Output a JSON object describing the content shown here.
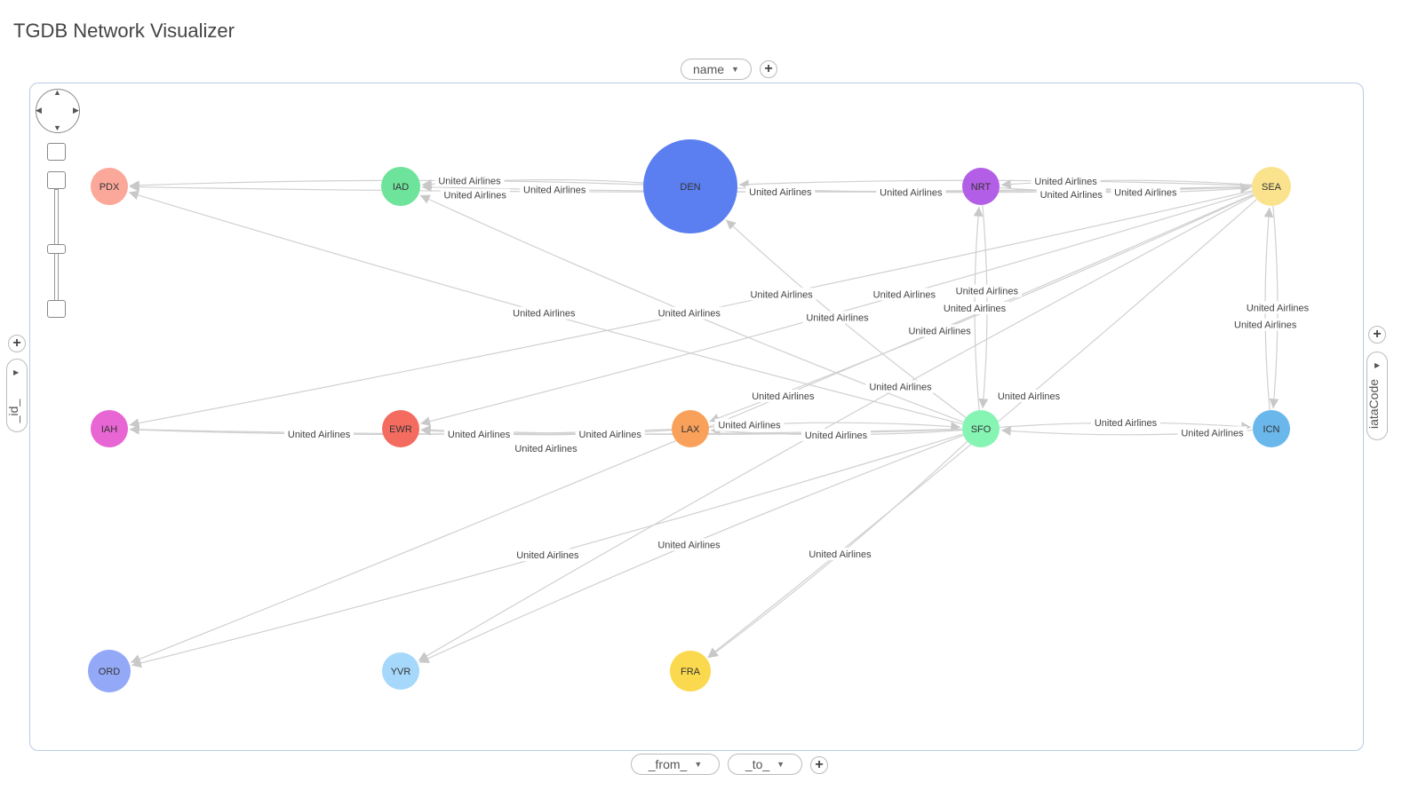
{
  "header": {
    "title": "TGDB Network Visualizer"
  },
  "top_controls": {
    "node_label_select": "name",
    "add_label": "+"
  },
  "bottom_controls": {
    "from_select": "_from_",
    "to_select": "_to_",
    "add_label": "+"
  },
  "left_controls": {
    "group_select": "_id_",
    "add_label": "+"
  },
  "right_controls": {
    "group_select": "iataCode",
    "add_label": "+"
  },
  "nodes": [
    {
      "id": "PDX",
      "label": "PDX",
      "color": "#fba89a"
    },
    {
      "id": "IAD",
      "label": "IAD",
      "color": "#6ee39b"
    },
    {
      "id": "DEN",
      "label": "DEN",
      "color": "#5b7ff0"
    },
    {
      "id": "NRT",
      "label": "NRT",
      "color": "#b35ee6"
    },
    {
      "id": "SEA",
      "label": "SEA",
      "color": "#fbe38e"
    },
    {
      "id": "IAH",
      "label": "IAH",
      "color": "#e865d4"
    },
    {
      "id": "EWR",
      "label": "EWR",
      "color": "#f46c5f"
    },
    {
      "id": "LAX",
      "label": "LAX",
      "color": "#f9a15a"
    },
    {
      "id": "SFO",
      "label": "SFO",
      "color": "#86f5b4"
    },
    {
      "id": "ICN",
      "label": "ICN",
      "color": "#6ab7ec"
    },
    {
      "id": "ORD",
      "label": "ORD",
      "color": "#93a9f8"
    },
    {
      "id": "YVR",
      "label": "YVR",
      "color": "#a5d8fb"
    },
    {
      "id": "FRA",
      "label": "FRA",
      "color": "#fbd94e"
    }
  ],
  "edges": [
    {
      "from": "DEN",
      "to": "SEA",
      "label": "United Airlines"
    },
    {
      "from": "SEA",
      "to": "DEN",
      "label": "United Airlines"
    },
    {
      "from": "NRT",
      "to": "SEA",
      "label": "United Airlines"
    },
    {
      "from": "SEA",
      "to": "NRT",
      "label": "United Airlines"
    },
    {
      "from": "SEA",
      "to": "ICN",
      "label": "United Airlines"
    },
    {
      "from": "ICN",
      "to": "SEA",
      "label": "United Airlines"
    },
    {
      "from": "SFO",
      "to": "ICN",
      "label": "United Airlines"
    },
    {
      "from": "ICN",
      "to": "SFO",
      "label": "United Airlines"
    },
    {
      "from": "SFO",
      "to": "NRT",
      "label": "United Airlines"
    },
    {
      "from": "NRT",
      "to": "SFO",
      "label": "United Airlines"
    },
    {
      "from": "SFO",
      "to": "DEN",
      "label": "United Airlines"
    },
    {
      "from": "SFO",
      "to": "LAX",
      "label": "United Airlines"
    },
    {
      "from": "LAX",
      "to": "SFO",
      "label": "United Airlines"
    },
    {
      "from": "SFO",
      "to": "EWR",
      "label": "United Airlines"
    },
    {
      "from": "SFO",
      "to": "IAH",
      "label": "United Airlines"
    },
    {
      "from": "SFO",
      "to": "IAD",
      "label": "United Airlines"
    },
    {
      "from": "SFO",
      "to": "PDX",
      "label": "United Airlines"
    },
    {
      "from": "SFO",
      "to": "ORD",
      "label": "United Airlines"
    },
    {
      "from": "SFO",
      "to": "YVR",
      "label": "United Airlines"
    },
    {
      "from": "SFO",
      "to": "FRA",
      "label": "United Airlines"
    },
    {
      "from": "SEA",
      "to": "PDX",
      "label": "United Airlines"
    },
    {
      "from": "SEA",
      "to": "IAD",
      "label": "United Airlines"
    },
    {
      "from": "SEA",
      "to": "IAH",
      "label": "United Airlines"
    },
    {
      "from": "SEA",
      "to": "EWR",
      "label": "United Airlines"
    },
    {
      "from": "SEA",
      "to": "LAX",
      "label": "United Airlines"
    },
    {
      "from": "SEA",
      "to": "ORD",
      "label": "United Airlines"
    },
    {
      "from": "SEA",
      "to": "YVR",
      "label": "United Airlines"
    },
    {
      "from": "SEA",
      "to": "FRA",
      "label": "United Airlines"
    },
    {
      "from": "DEN",
      "to": "PDX",
      "label": "United Airlines"
    },
    {
      "from": "DEN",
      "to": "IAD",
      "label": "United Airlines"
    },
    {
      "from": "LAX",
      "to": "IAH",
      "label": "United Airlines"
    },
    {
      "from": "LAX",
      "to": "EWR",
      "label": "United Airlines"
    }
  ]
}
